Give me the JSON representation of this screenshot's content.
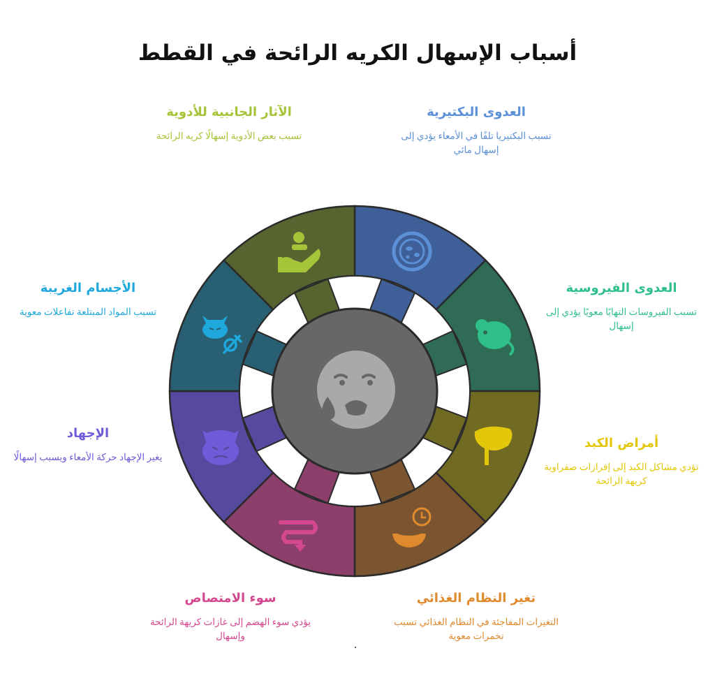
{
  "title": "أسباب الإسهال الكريه الرائحة في القطط",
  "center": {
    "icon": "sad-sweating-face-icon"
  },
  "segments": [
    {
      "key": "bacterial",
      "heading": "العدوى البكتيرية",
      "desc": "تسبب البكتيريا تلفًا في الأمعاء يؤدي إلى إسهال مائي",
      "color": "#3f5f98",
      "text_color": "#5b8fd6",
      "icon": "bacteria-petri-dish-icon"
    },
    {
      "key": "viral",
      "heading": "العدوى الفيروسية",
      "desc": "تسبب الفيروسات التهابًا معويًا يؤدي إلى إسهال",
      "color": "#2f6b55",
      "text_color": "#2fbf8a",
      "icon": "virus-rodent-icon"
    },
    {
      "key": "liver",
      "heading": "أمراض الكبد",
      "desc": "تؤدي مشاكل الكبد إلى إفرازات صفراوية كريهة الرائحة",
      "color": "#706a23",
      "text_color": "#e2c70a",
      "icon": "liver-icon"
    },
    {
      "key": "diet",
      "heading": "تغير النظام الغذائي",
      "desc": "التغيرات المفاجئة في النظام الغذائي تسبب تخمرات معوية",
      "color": "#7b5530",
      "text_color": "#e08a2e",
      "icon": "food-bowl-clock-icon"
    },
    {
      "key": "malabsorption",
      "heading": "سوء الامتصاص",
      "desc": "يؤدي سوء الهضم إلى غازات كريهة الرائحة وإسهال",
      "color": "#8c3f6a",
      "text_color": "#d4488f",
      "icon": "intestine-arrow-icon"
    },
    {
      "key": "stress",
      "heading": "الإجهاد",
      "desc": "يغير الإجهاد حركة الأمعاء ويسبب إسهالًا",
      "color": "#564aa0",
      "text_color": "#6f5ad8",
      "icon": "stressed-cat-icon"
    },
    {
      "key": "foreign",
      "heading": "الأجسام الغريبة",
      "desc": "تسبب المواد المبتلعة تفاعلات معوية",
      "color": "#285f73",
      "text_color": "#1fa8dc",
      "icon": "cat-object-icon"
    },
    {
      "key": "drugs",
      "heading": "الآثار الجانبية للأدوية",
      "desc": "تسبب بعض الأدوية إسهالًا كريه الرائحة",
      "color": "#566530",
      "text_color": "#a6c43a",
      "icon": "hand-pill-icon"
    }
  ]
}
